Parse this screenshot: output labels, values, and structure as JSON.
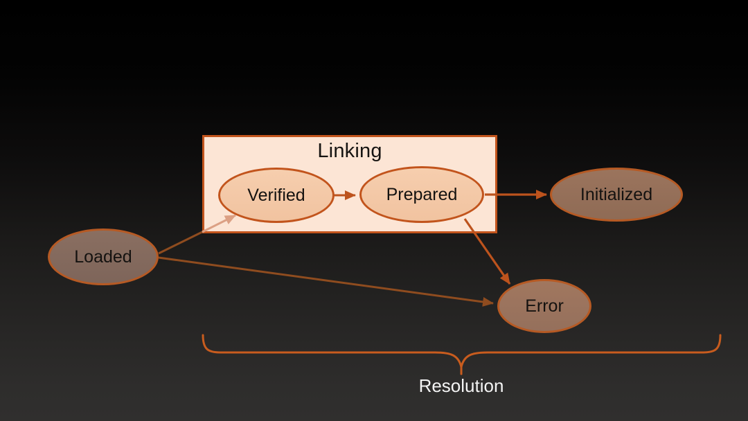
{
  "diagram": {
    "group": {
      "label": "Linking"
    },
    "nodes": [
      {
        "id": "loaded",
        "label": "Loaded"
      },
      {
        "id": "verified",
        "label": "Verified",
        "group": "Linking"
      },
      {
        "id": "prepared",
        "label": "Prepared",
        "group": "Linking"
      },
      {
        "id": "initialized",
        "label": "Initialized"
      },
      {
        "id": "error",
        "label": "Error"
      }
    ],
    "edges": [
      {
        "from": "loaded",
        "to": "verified"
      },
      {
        "from": "verified",
        "to": "prepared"
      },
      {
        "from": "prepared",
        "to": "initialized"
      },
      {
        "from": "prepared",
        "to": "error"
      },
      {
        "from": "loaded",
        "to": "error"
      }
    ],
    "brace": {
      "label": "Resolution"
    }
  },
  "colors": {
    "background_top": "#000000",
    "background_bottom": "#302f2e",
    "group_box_fill": "#fce5d5",
    "group_box_border": "#c2541c",
    "inner_node_fill": "#f2c6a5",
    "inner_node_border": "#c2541c",
    "outer_node_fill": "#95705c",
    "outer_node_border": "#b65a24",
    "bright_arrow": "#bd531d",
    "dark_arrow": "#8f4c1f",
    "faded_arrow": "#dca084",
    "brace_stroke": "#c85c1e",
    "node_text": "#141210",
    "brace_label_text": "#f4f4f4"
  }
}
